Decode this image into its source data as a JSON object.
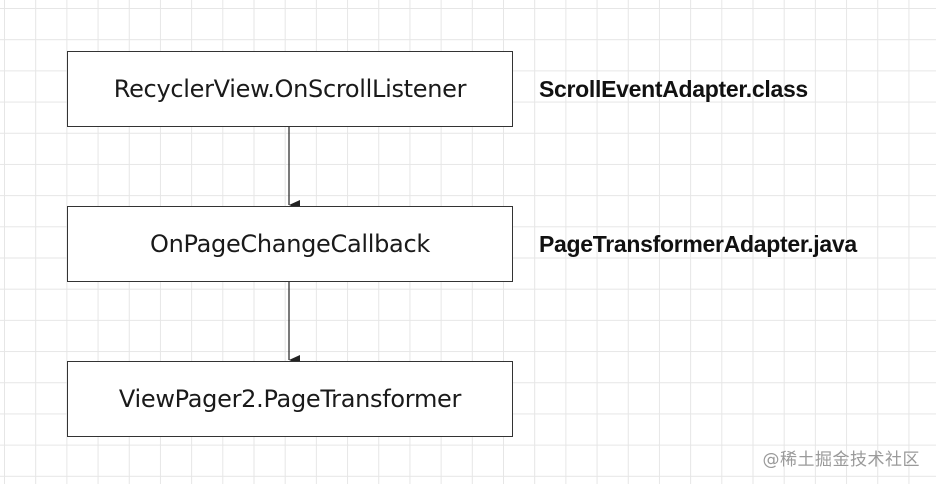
{
  "diagram": {
    "nodes": [
      {
        "id": "recycler-listener",
        "label": "RecyclerView.OnScrollListener"
      },
      {
        "id": "page-change-callback",
        "label": "OnPageChangeCallback"
      },
      {
        "id": "page-transformer",
        "label": "ViewPager2.PageTransformer"
      }
    ],
    "annotations": [
      {
        "for": "recycler-listener",
        "text": "ScrollEventAdapter.class"
      },
      {
        "for": "page-change-callback",
        "text": "PageTransformerAdapter.java"
      }
    ],
    "edges": [
      {
        "from": "recycler-listener",
        "to": "page-change-callback"
      },
      {
        "from": "page-change-callback",
        "to": "page-transformer"
      }
    ]
  },
  "watermark": {
    "text": "@稀土掘金技术社区"
  },
  "colors": {
    "border": "#333333",
    "text": "#1a1a1a",
    "grid": "#e6e6e6",
    "watermark": "#9a9a9a"
  }
}
